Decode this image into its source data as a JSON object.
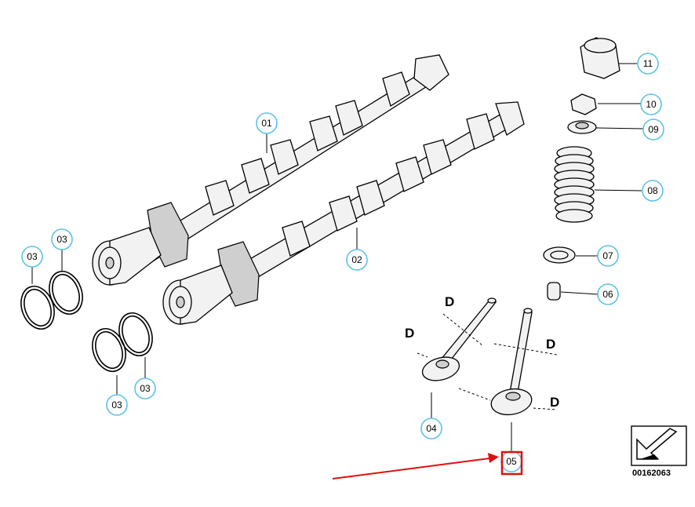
{
  "diagram": {
    "reference_code": "00162063",
    "callouts": {
      "c01": "01",
      "c02": "02",
      "c03a": "03",
      "c03b": "03",
      "c03c": "03",
      "c03d": "03",
      "c04": "04",
      "c05": "05",
      "c06": "06",
      "c07": "07",
      "c08": "08",
      "c09": "09",
      "c10": "10",
      "c11": "11"
    },
    "dimension_labels": {
      "d1": "D",
      "d2": "D",
      "d3": "D",
      "d4": "D"
    },
    "colors": {
      "callout_circle": "#5cc3e6",
      "highlight_box": "#e01010",
      "pointer_arrow": "#e01010"
    },
    "highlighted_callout": "05"
  }
}
